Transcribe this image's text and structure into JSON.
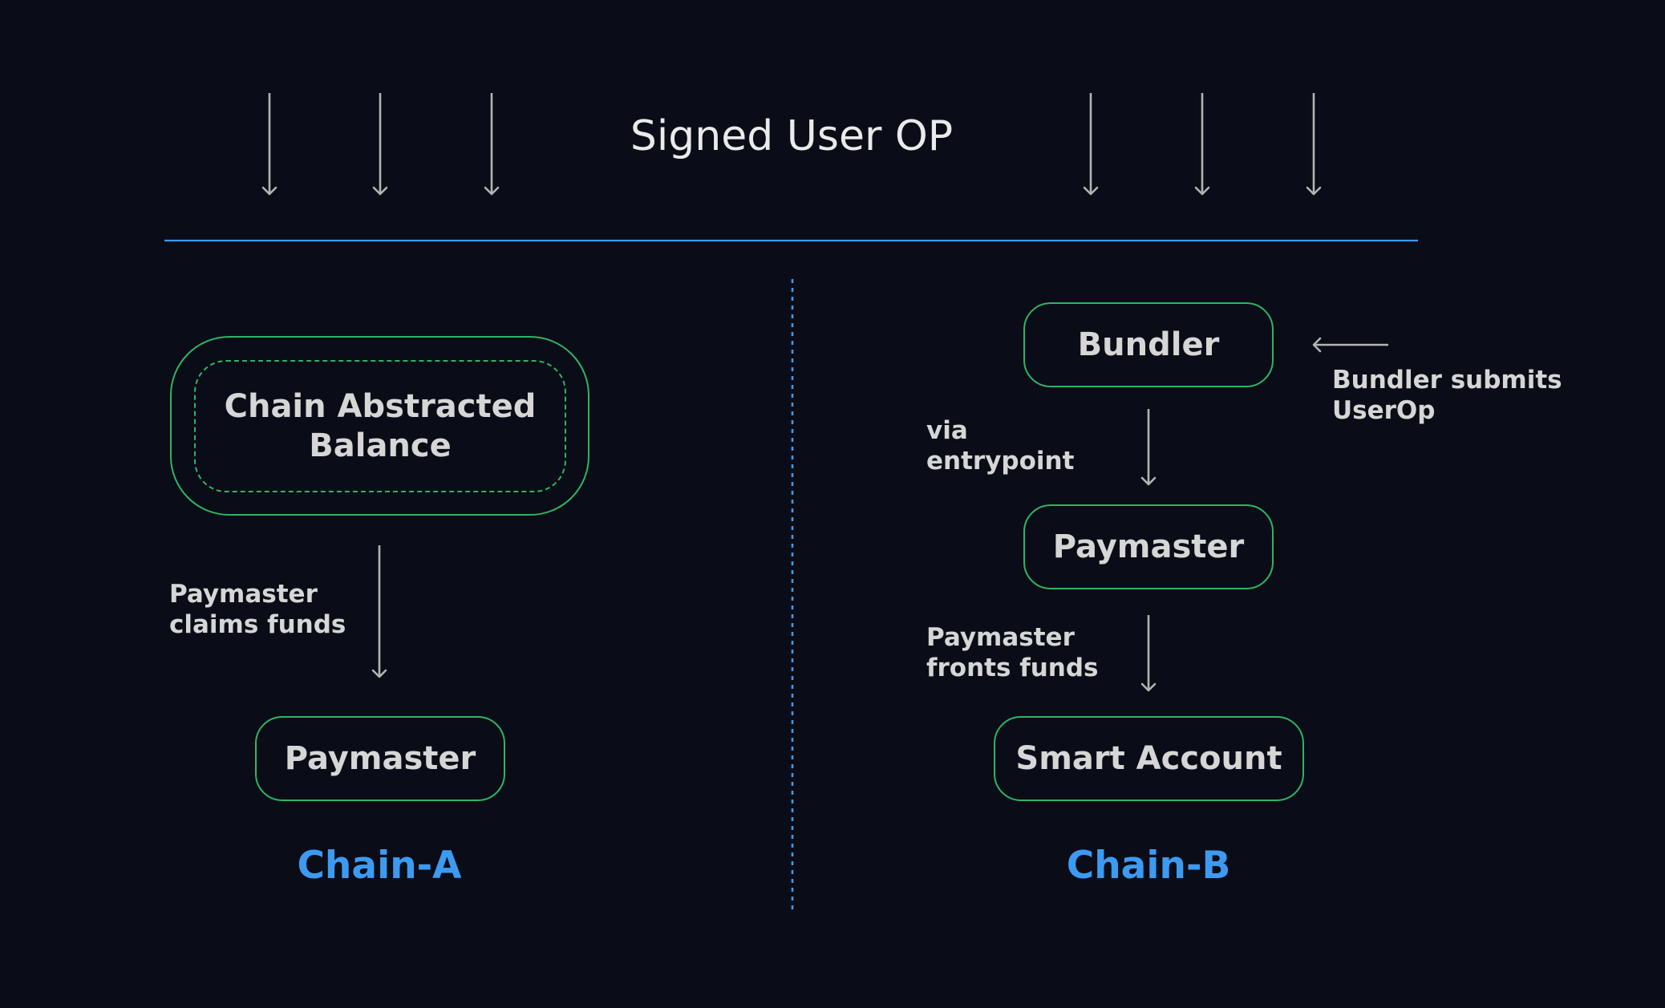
{
  "title": "Signed User OP",
  "chain_a": {
    "label": "Chain-A",
    "balance_box": {
      "line1": "Chain Abstracted",
      "line2": "Balance"
    },
    "claim_note": {
      "line1": "Paymaster",
      "line2": "claims funds"
    },
    "paymaster": "Paymaster"
  },
  "chain_b": {
    "label": "Chain-B",
    "bundler": "Bundler",
    "bundler_note": {
      "line1": "Bundler submits",
      "line2": "UserOp"
    },
    "entrypoint_note": {
      "line1": "via",
      "line2": "entrypoint"
    },
    "paymaster": "Paymaster",
    "fronts_note": {
      "line1": "Paymaster",
      "line2": "fronts funds"
    },
    "smart_account": "Smart Account"
  },
  "colors": {
    "background": "#0a0d17",
    "node_border": "#2fb463",
    "accent_blue": "#3d9af1",
    "arrow_gray": "#b4b4b4",
    "text": "#d6d6d6"
  },
  "icons": {
    "signed_op_arrows": "down-arrow-icon",
    "flow_arrows": "down-arrow-icon",
    "bundler_arrow": "left-arrow-icon"
  }
}
